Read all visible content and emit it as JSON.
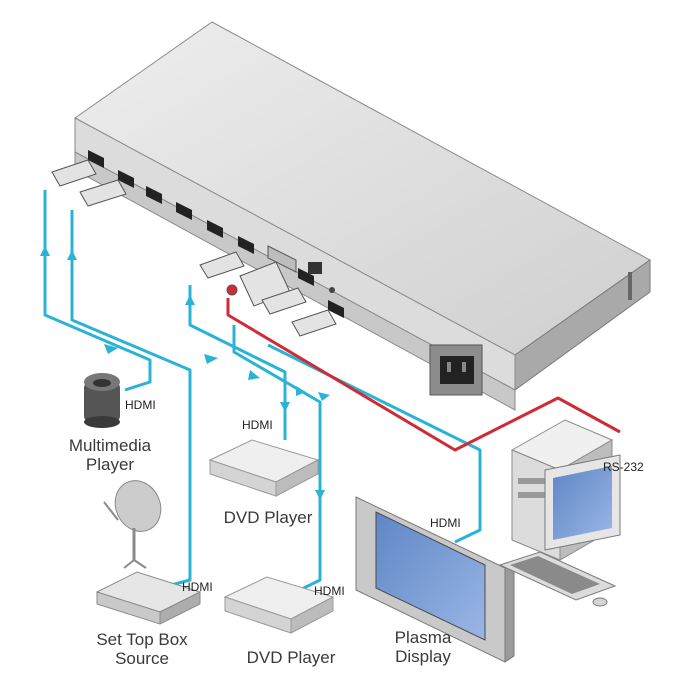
{
  "labels": {
    "multimedia_player": [
      "Multimedia",
      "Player"
    ],
    "dvd_player_1": "DVD Player",
    "dvd_player_2": "DVD Player",
    "set_top_box": [
      "Set Top Box",
      "Source"
    ],
    "plasma_display": [
      "Plasma",
      "Display"
    ]
  },
  "cable_labels": {
    "hdmi_multimedia": "HDMI",
    "hdmi_dvd1": "HDMI",
    "hdmi_dvd2": "HDMI",
    "hdmi_settop": "HDMI",
    "hdmi_display": "HDMI",
    "rs232": "RS-232"
  },
  "colors": {
    "hdmi_cable": "#2bb3d6",
    "rs232_cable": "#cf2a35",
    "device_body": "#d9d9d9",
    "device_dark": "#9a9a9a"
  }
}
